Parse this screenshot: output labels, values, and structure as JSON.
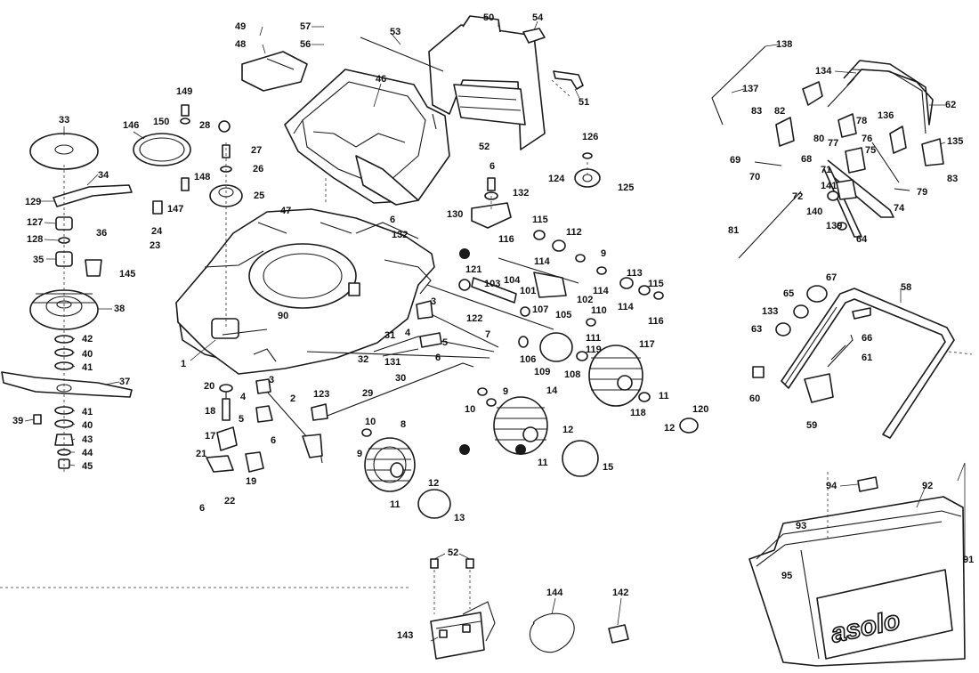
{
  "brand": "asolo",
  "callouts": [
    "1",
    "2",
    "3",
    "4",
    "5",
    "6",
    "7",
    "8",
    "9",
    "10",
    "11",
    "12",
    "13",
    "14",
    "15",
    "17",
    "18",
    "19",
    "20",
    "21",
    "22",
    "23",
    "24",
    "25",
    "26",
    "27",
    "28",
    "29",
    "30",
    "31",
    "32",
    "33",
    "34",
    "35",
    "36",
    "37",
    "38",
    "39",
    "40",
    "41",
    "42",
    "43",
    "44",
    "45",
    "46",
    "47",
    "48",
    "49",
    "50",
    "51",
    "52",
    "53",
    "54",
    "56",
    "57",
    "58",
    "59",
    "60",
    "61",
    "62",
    "63",
    "64",
    "65",
    "66",
    "67",
    "68",
    "69",
    "70",
    "71",
    "72",
    "74",
    "75",
    "76",
    "77",
    "78",
    "79",
    "80",
    "81",
    "82",
    "83",
    "90",
    "91",
    "92",
    "93",
    "94",
    "95",
    "101",
    "102",
    "103",
    "104",
    "105",
    "106",
    "107",
    "108",
    "109",
    "110",
    "111",
    "112",
    "113",
    "114",
    "115",
    "116",
    "117",
    "118",
    "119",
    "120",
    "121",
    "122",
    "123",
    "124",
    "125",
    "126",
    "127",
    "128",
    "129",
    "130",
    "131",
    "132",
    "133",
    "134",
    "135",
    "136",
    "137",
    "138",
    "139",
    "140",
    "141",
    "142",
    "143",
    "144",
    "145",
    "146",
    "147",
    "148",
    "149",
    "150"
  ]
}
